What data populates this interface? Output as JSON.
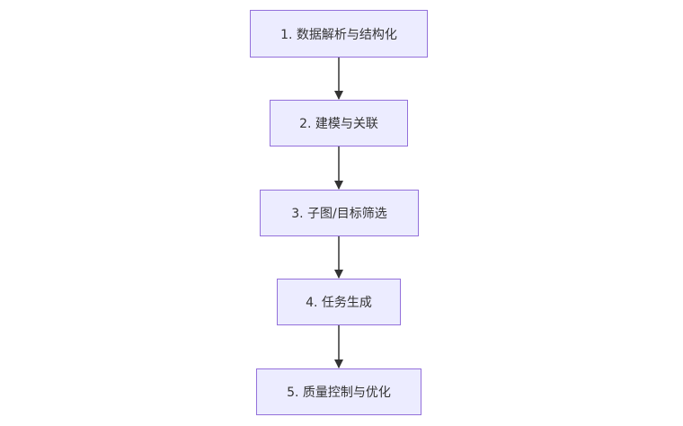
{
  "flowchart": {
    "nodes": [
      {
        "id": "n1",
        "label": "1. 数据解析与结构化"
      },
      {
        "id": "n2",
        "label": "2. 建模与关联"
      },
      {
        "id": "n3",
        "label": "3. 子图/目标筛选"
      },
      {
        "id": "n4",
        "label": "4. 任务生成"
      },
      {
        "id": "n5",
        "label": "5. 质量控制与优化"
      }
    ],
    "edges": [
      {
        "from": "n1",
        "to": "n2"
      },
      {
        "from": "n2",
        "to": "n3"
      },
      {
        "from": "n3",
        "to": "n4"
      },
      {
        "from": "n4",
        "to": "n5"
      }
    ]
  },
  "colors": {
    "node_fill": "#ececff",
    "node_border": "#9370db",
    "edge": "#333333",
    "text": "#333333"
  }
}
